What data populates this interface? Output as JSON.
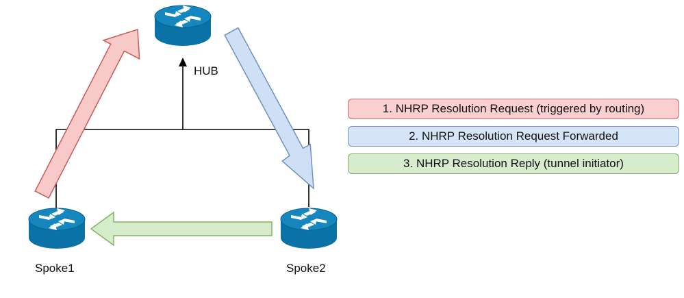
{
  "nodes": {
    "hub": {
      "label": "HUB",
      "icon": "router-icon"
    },
    "spoke1": {
      "label": "Spoke1",
      "icon": "router-icon"
    },
    "spoke2": {
      "label": "Spoke2",
      "icon": "router-icon"
    }
  },
  "legend": [
    {
      "text": "1. NHRP Resolution Request (triggered by routing)",
      "fill": "#f9d0cf",
      "stroke": "#c66b6a"
    },
    {
      "text": "2. NHRP Resolution Request Forwarded",
      "fill": "#d5e4f6",
      "stroke": "#6f90bf"
    },
    {
      "text": "3. NHRP Resolution Reply (tunnel initiator)",
      "fill": "#d7ebcd",
      "stroke": "#86b06a"
    }
  ],
  "colors": {
    "router_body": "#0a72a6",
    "router_top": "#1587bf",
    "router_arrows": "#ffffff",
    "lines": "#000000"
  }
}
